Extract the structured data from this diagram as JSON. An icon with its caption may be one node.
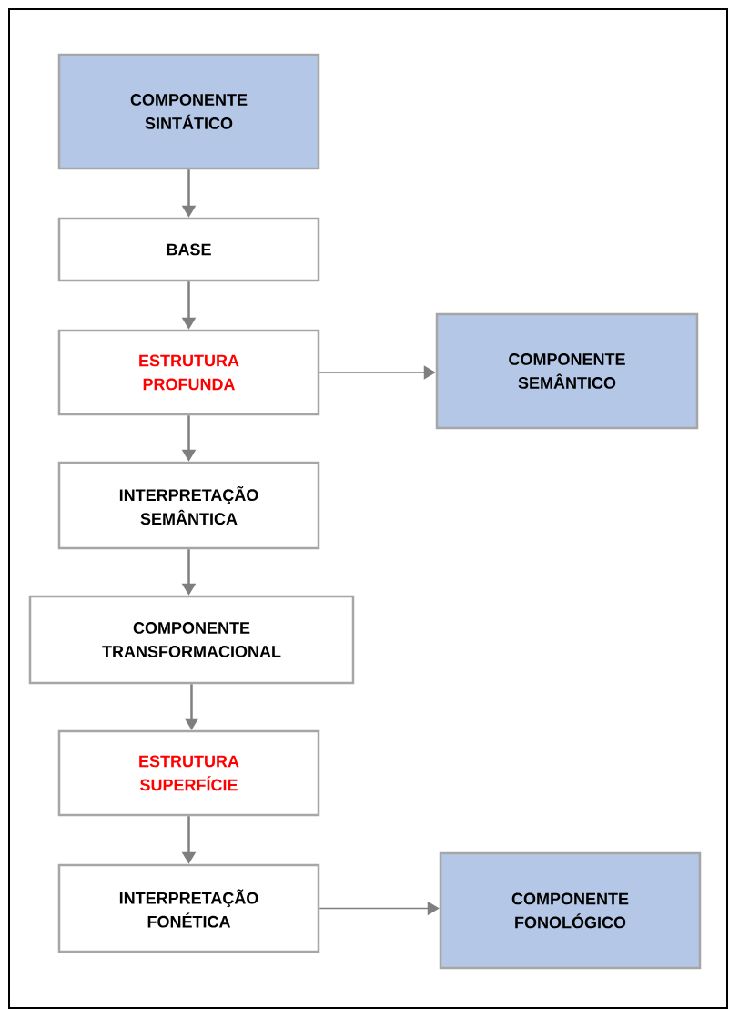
{
  "diagram": {
    "nodes": [
      {
        "text": [
          "COMPONENTE SINTÁTICO"
        ]
      },
      {
        "text": [
          "BASE"
        ]
      },
      {
        "text": [
          "ESTRUTURA PROFUNDA"
        ]
      },
      {
        "text": [
          "COMPONENTE SEMÂNTICO"
        ]
      },
      {
        "text": [
          "INTERPRETAÇÃO SEMÂNTICA"
        ]
      },
      {
        "text": [
          "COMPONENTE TRANSFORMACIONAL"
        ]
      },
      {
        "text": [
          "ESTRUTURA SUPERFÍCIE"
        ]
      },
      {
        "text": [
          "INTERPRETAÇÃO FONÉTICA"
        ]
      },
      {
        "text": [
          "COMPONENTE FONOLÓGICO"
        ]
      }
    ],
    "edges": [
      {
        "from": 0,
        "to": 1,
        "arrow": "to"
      },
      {
        "from": 1,
        "to": 2,
        "arrow": "to"
      },
      {
        "from": 2,
        "to": 3,
        "arrow": "to"
      },
      {
        "from": 2,
        "to": 4,
        "arrow": "to"
      },
      {
        "from": 4,
        "to": 5,
        "arrow": "to"
      },
      {
        "from": 5,
        "to": 6,
        "arrow": "to"
      },
      {
        "from": 6,
        "to": 7,
        "arrow": "to"
      },
      {
        "from": 7,
        "to": 8,
        "arrow": "to"
      }
    ]
  }
}
